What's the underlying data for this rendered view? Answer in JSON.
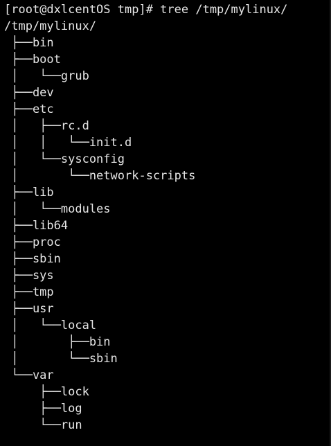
{
  "terminal": {
    "prompt": "[root@dxlcentOS tmp]# ",
    "command": "tree /tmp/mylinux/",
    "tree_lines": [
      "/tmp/mylinux/",
      " ├──bin",
      " ├──boot",
      " │   └──grub",
      " ├──dev",
      " ├──etc",
      " │   ├──rc.d",
      " │   │   └──init.d",
      " │   └──sysconfig",
      " │       └──network-scripts",
      " ├──lib",
      " │   └──modules",
      " ├──lib64",
      " ├──proc",
      " ├──sbin",
      " ├──sys",
      " ├──tmp",
      " ├──usr",
      " │   └──local",
      " │       ├──bin",
      " │       └──sbin",
      " └──var",
      "     ├──lock",
      "     ├──log",
      "     └──run"
    ]
  },
  "colors": {
    "background": "#000000",
    "foreground": "#e6e6e6"
  }
}
